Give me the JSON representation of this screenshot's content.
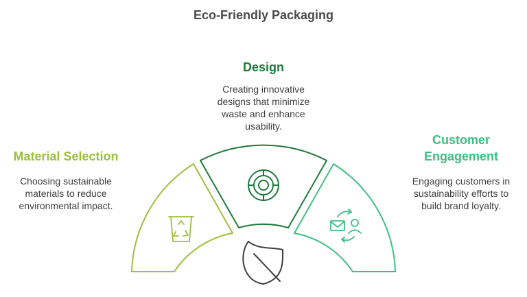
{
  "title": "Eco-Friendly Packaging",
  "sections": {
    "material": {
      "heading": "Material Selection",
      "description_lines": [
        "Choosing sustainable",
        "materials to reduce",
        "environmental impact."
      ],
      "color": "#9cbf3c",
      "icon": "recycle-bin-icon"
    },
    "design": {
      "heading": "Design",
      "description_lines": [
        "Creating innovative",
        "designs that minimize",
        "waste and enhance",
        "usability."
      ],
      "color": "#1e7a3c",
      "icon": "target-icon"
    },
    "engagement": {
      "heading_lines": [
        "Customer",
        "Engagement"
      ],
      "description_lines": [
        "Engaging customers in",
        "sustainability efforts to",
        "build brand loyalty."
      ],
      "color": "#3dbf82",
      "icon": "mail-user-cycle-icon"
    }
  },
  "center_icon": "leaf-icon",
  "text_color": "#3d3d3d"
}
